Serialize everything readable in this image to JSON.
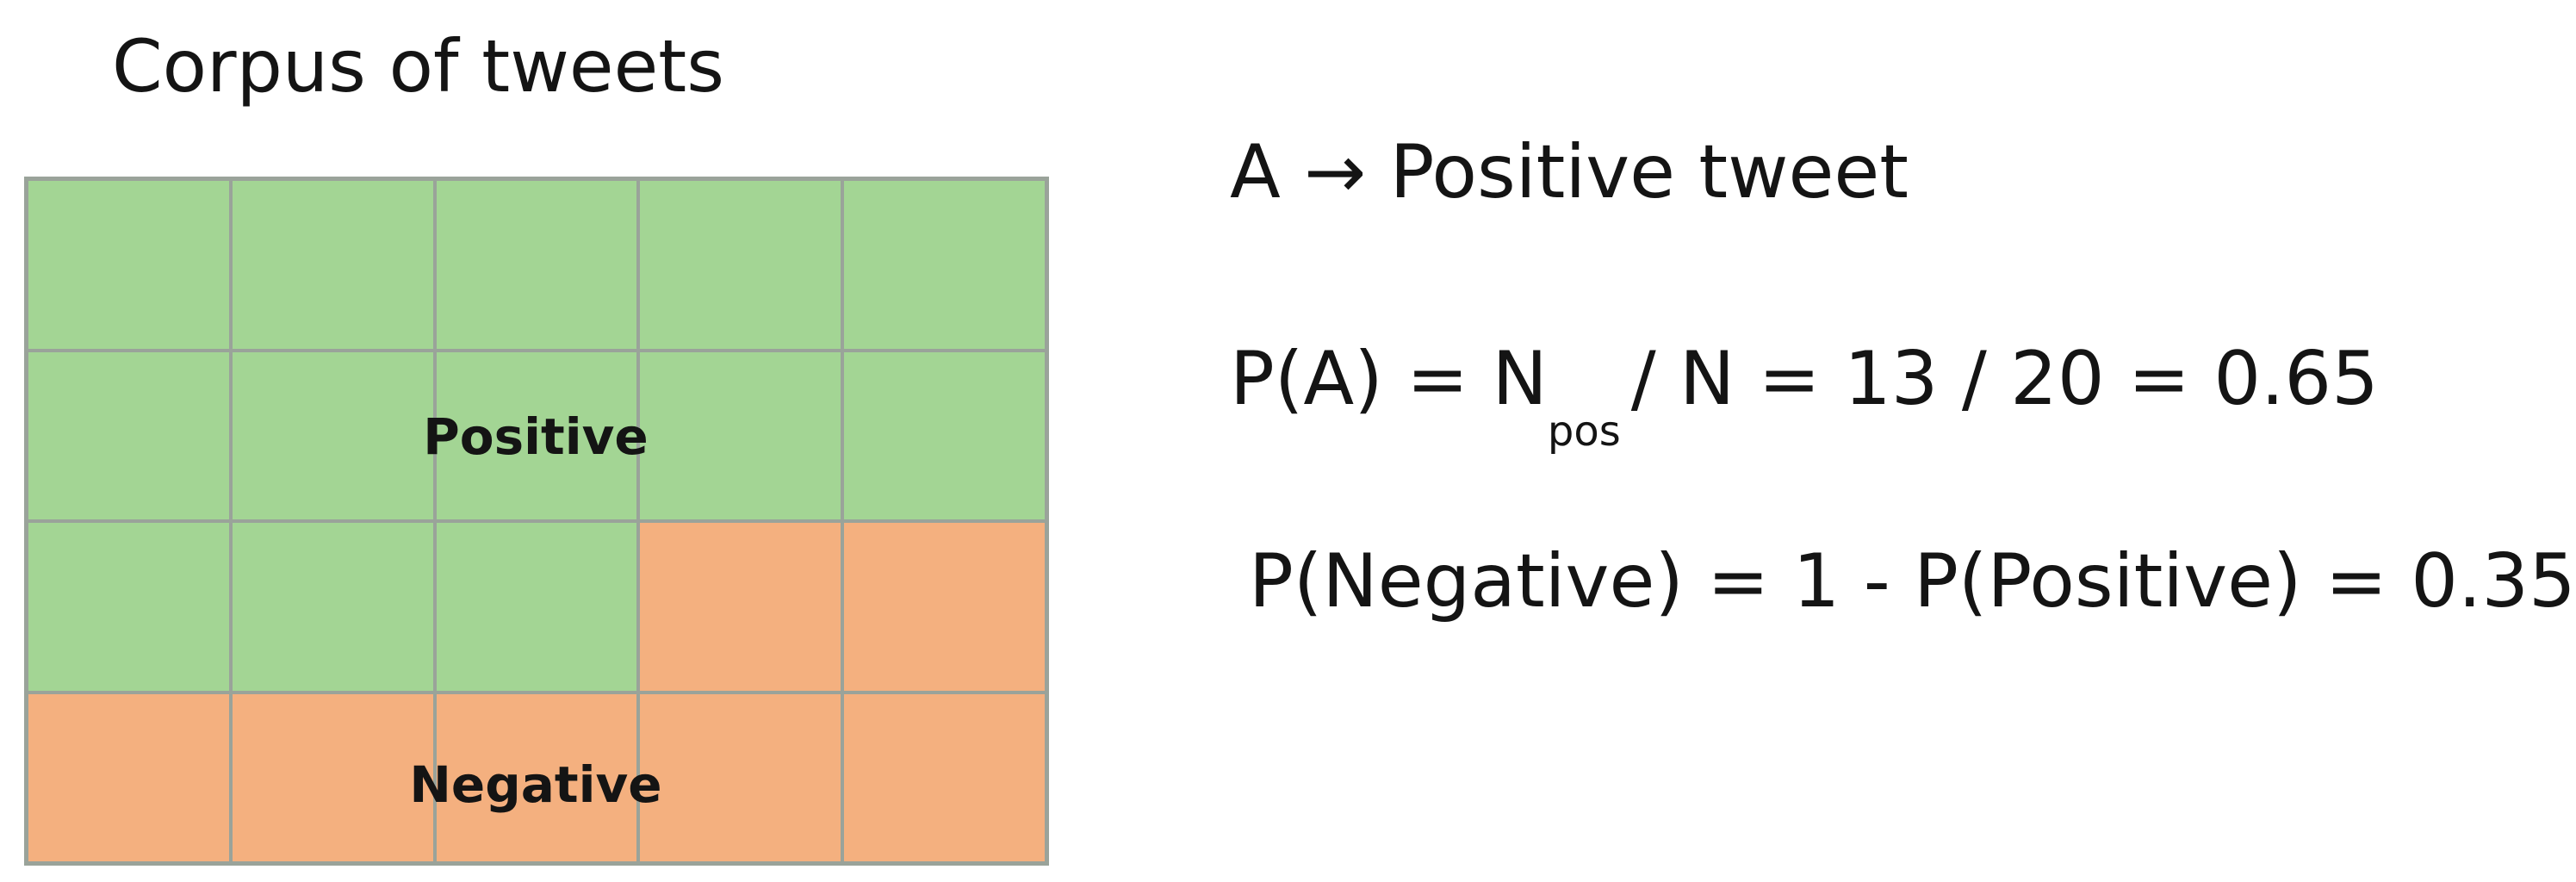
{
  "title": "Corpus of tweets",
  "grid": {
    "columns": 5,
    "rows": 4,
    "total": 20,
    "positive_count": 13,
    "negative_count": 7,
    "positive_label": "Positive",
    "negative_label": "Negative",
    "colors": {
      "positive": "#a3d594",
      "negative": "#f4b07f",
      "border": "#9aa39a"
    }
  },
  "equations": {
    "event_def": "A → Positive tweet",
    "p_a_lhs": "P(A) = N",
    "p_a_sub": "pos",
    "p_a_rhs": "/ N = 13 / 20 = 0.65",
    "p_negative": "P(Negative) = 1 - P(Positive) = 0.35"
  }
}
